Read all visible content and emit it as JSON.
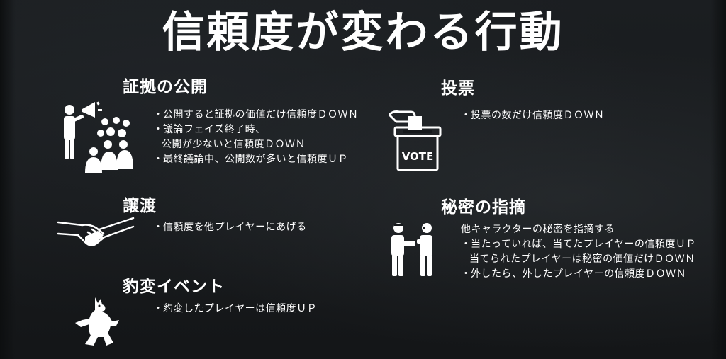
{
  "title": "信頼度が変わる行動",
  "sections": {
    "public": {
      "heading": "証拠の公開",
      "items": [
        "公開すると証拠の価値だけ信頼度ＤＯＷＮ",
        "議論フェイズ終了時、",
        "公開が少ないと信頼度ＤＯＷＮ",
        "最終議論中、公開数が多いと信頼度ＵＰ"
      ]
    },
    "transfer": {
      "heading": "譲渡",
      "items": [
        "信頼度を他プレイヤーにあげる"
      ]
    },
    "transform": {
      "heading": "豹変イベント",
      "items": [
        "豹変したプレイヤーは信頼度ＵＰ"
      ]
    },
    "vote": {
      "heading": "投票",
      "items": [
        "投票の数だけ信頼度ＤＯＷＮ"
      ],
      "box_label": "VOTE"
    },
    "point": {
      "heading": "秘密の指摘",
      "intro": "他キャラクターの秘密を指摘する",
      "items": [
        "当たっていれば、当てたプレイヤーの信頼度ＵＰ",
        "当てられたプレイヤーは秘密の価値だけＤＯＷＮ",
        "外したら、外したプレイヤーの信頼度ＤＯＷＮ"
      ]
    }
  },
  "bullet": "・"
}
